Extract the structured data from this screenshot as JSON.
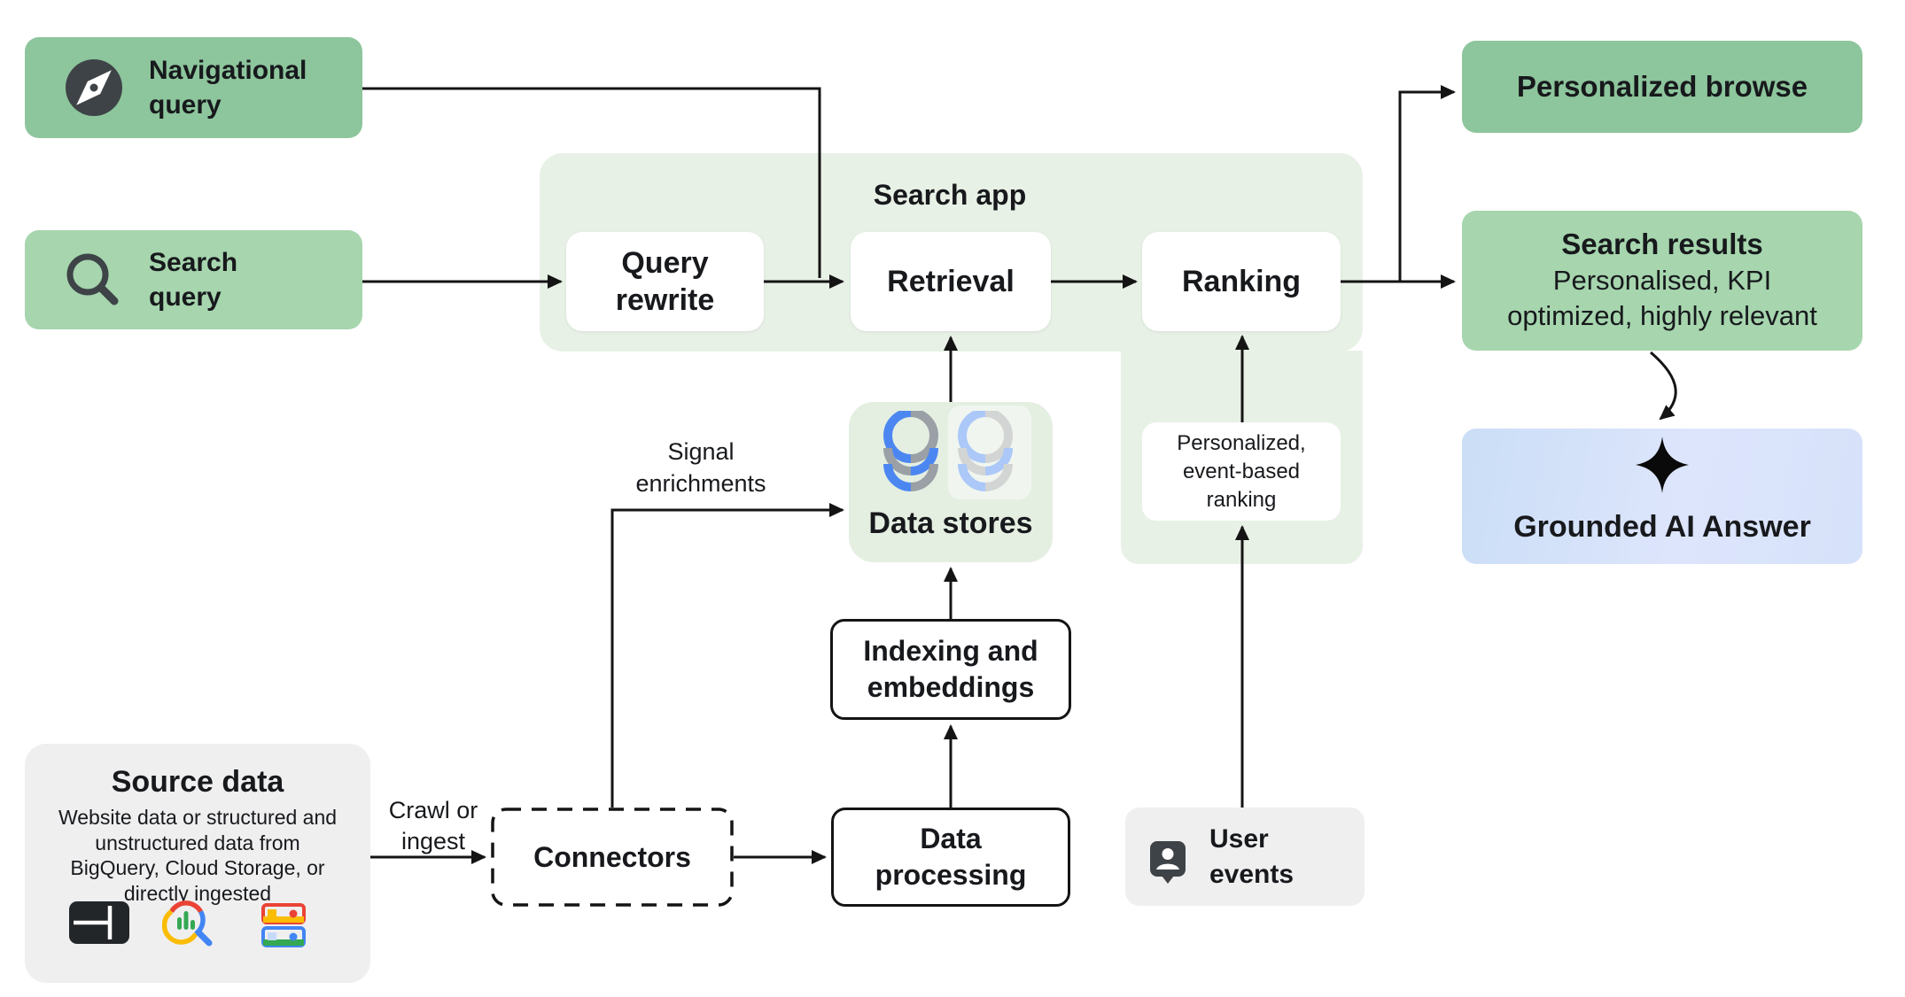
{
  "nodes": {
    "navigational_query": {
      "lines": [
        "Navigational",
        "query"
      ]
    },
    "search_query": {
      "lines": [
        "Search",
        "query"
      ]
    },
    "search_app": {
      "title": "Search app"
    },
    "query_rewrite": {
      "lines": [
        "Query",
        "rewrite"
      ]
    },
    "retrieval": {
      "label": "Retrieval"
    },
    "ranking": {
      "label": "Ranking"
    },
    "data_stores": {
      "label": "Data stores"
    },
    "personalized_ranking": {
      "lines": [
        "Personalized,",
        "event-based",
        "ranking"
      ]
    },
    "indexing_embeddings": {
      "lines": [
        "Indexing and",
        "embeddings"
      ]
    },
    "data_processing": {
      "lines": [
        "Data",
        "processing"
      ]
    },
    "connectors": {
      "label": "Connectors"
    },
    "user_events": {
      "lines": [
        "User",
        "events"
      ]
    },
    "source_data": {
      "title": "Source data",
      "description_lines": [
        "Website data or structured and",
        "unstructured data from",
        "BigQuery, Cloud Storage, or",
        "directly ingested"
      ]
    },
    "personalized_browse": {
      "label": "Personalized browse"
    },
    "search_results": {
      "title": "Search results",
      "subtitle_lines": [
        "Personalised, KPI",
        "optimized, highly relevant"
      ]
    },
    "grounded_ai_answer": {
      "label": "Grounded AI Answer"
    }
  },
  "edge_labels": {
    "signal_enrichments": {
      "lines": [
        "Signal",
        "enrichments"
      ]
    },
    "crawl_or_ingest": {
      "lines": [
        "Crawl or",
        "ingest"
      ]
    }
  },
  "icons": {
    "navigational_query": "compass-icon",
    "search_query": "magnifier-icon",
    "data_stores": "database-stack-icons",
    "user_events": "user-badge-icon",
    "source_data": [
      "table-icon",
      "chart-magnifier-icon",
      "storage-drawers-icon"
    ],
    "grounded_ai_answer": "sparkle-icon"
  },
  "colors": {
    "green_dark": "#8dc59c",
    "green_light": "#a6d5ae",
    "green_pale": "#e8f1e6",
    "green_pale2": "#e4efe2",
    "gray_box": "#efeff0",
    "icon_dark": "#3e4347",
    "arrow": "#141414",
    "text": "#17191c",
    "db_blue": "#4c87f1",
    "db_gray": "#9aa0a6",
    "db_blue_lt": "#abc8f8",
    "db_gray_lt": "#d3d5d4",
    "g_red": "#ea4335",
    "g_yellow": "#fbbc04",
    "g_green": "#34a853",
    "g_blue": "#4285f4",
    "grad_blue_a": "#cadef6",
    "grad_blue_mid": "#dde5fc",
    "grad_blue_b": "#d6e2fa"
  }
}
